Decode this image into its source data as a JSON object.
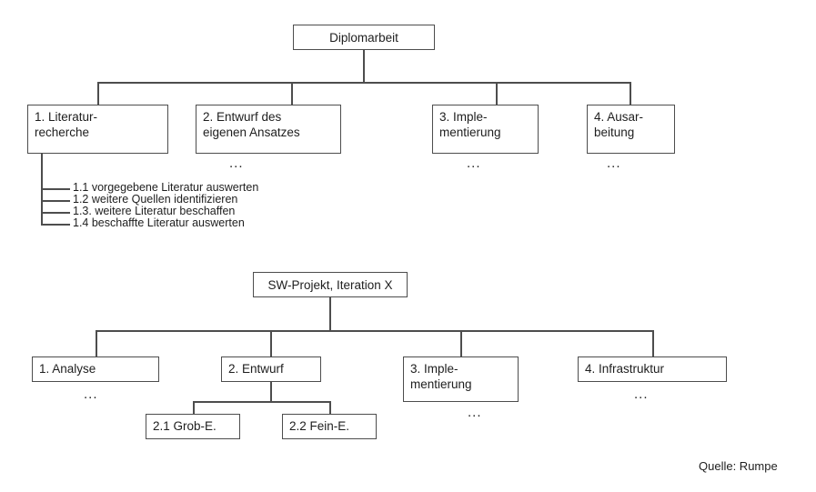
{
  "diagram1": {
    "root": "Diplomarbeit",
    "children": [
      {
        "label": "1. Literatur-\nrecherche"
      },
      {
        "label": "2. Entwurf des\neigenen Ansatzes",
        "ellipsis": "..."
      },
      {
        "label": "3. Imple-\nmentierung",
        "ellipsis": "..."
      },
      {
        "label": "4. Ausar-\nbeitung",
        "ellipsis": "..."
      }
    ],
    "subitems": [
      "1.1 vorgegebene Literatur auswerten",
      "1.2 weitere Quellen identifizieren",
      "1.3. weitere Literatur beschaffen",
      "1.4 beschaffte Literatur auswerten"
    ]
  },
  "diagram2": {
    "root": "SW-Projekt, Iteration X",
    "children": [
      {
        "label": "1. Analyse",
        "ellipsis": "..."
      },
      {
        "label": "2. Entwurf"
      },
      {
        "label": "3. Imple-\nmentierung",
        "ellipsis": "..."
      },
      {
        "label": "4. Infrastruktur",
        "ellipsis": "..."
      }
    ],
    "grandchildren": [
      {
        "label": "2.1 Grob-E."
      },
      {
        "label": "2.2 Fein-E."
      }
    ]
  },
  "source": "Quelle: Rumpe"
}
